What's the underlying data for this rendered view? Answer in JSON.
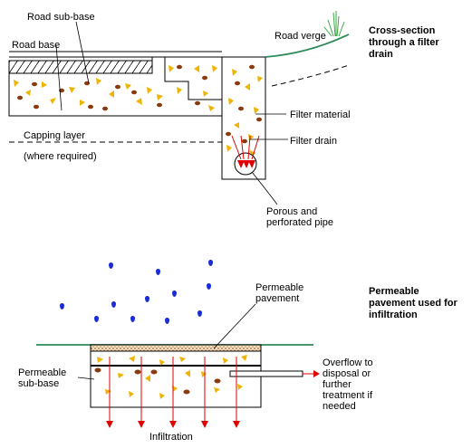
{
  "cross_section": {
    "title_line1": "Cross-section",
    "title_line2": "through a filter",
    "title_line3": "drain",
    "labels": {
      "road_sub_base": "Road sub-base",
      "road_base": "Road base",
      "road_verge": "Road verge",
      "filter_material": "Filter material",
      "filter_drain": "Filter drain",
      "capping_layer": "Capping layer",
      "where_required": "(where required)",
      "pipe_line1": "Porous and",
      "pipe_line2": "perforated pipe"
    }
  },
  "pavement": {
    "title_line1": "Permeable",
    "title_line2": "pavement used for",
    "title_line3": "infiltration",
    "labels": {
      "permeable_pavement_line1": "Permeable",
      "permeable_pavement_line2": "pavement",
      "permeable_sub_base_line1": "Permeable",
      "permeable_sub_base_line2": "sub-base",
      "overflow_line1": "Overflow to",
      "overflow_line2": "disposal or",
      "overflow_line3": "further",
      "overflow_line4": "treatment if",
      "overflow_line5": "needed",
      "infiltration": "Infiltration"
    }
  },
  "colors": {
    "line": "#000000",
    "ground": "#2e8b57",
    "pebble": "#8b3a0e",
    "aggregate": "#f0b400",
    "water_flow": "#e00000",
    "rain": "#1b2bd6",
    "grass": "#3aa845"
  }
}
